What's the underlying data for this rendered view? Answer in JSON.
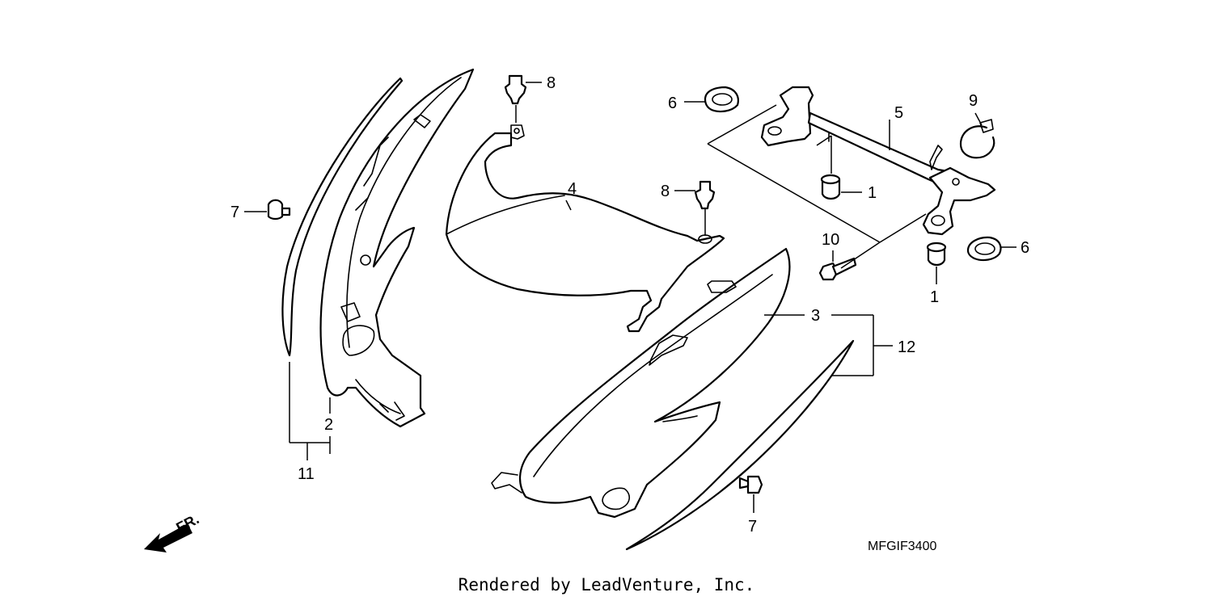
{
  "diagram": {
    "code": "MFGIF3400",
    "front_label": "FR.",
    "footer": "Rendered by LeadVenture, Inc.",
    "callouts": {
      "c1a": "1",
      "c1b": "1",
      "c2": "2",
      "c3": "3",
      "c4": "4",
      "c5": "5",
      "c6a": "6",
      "c6b": "6",
      "c7a": "7",
      "c7b": "7",
      "c8a": "8",
      "c8b": "8",
      "c9": "9",
      "c10": "10",
      "c11": "11",
      "c12": "12"
    }
  }
}
